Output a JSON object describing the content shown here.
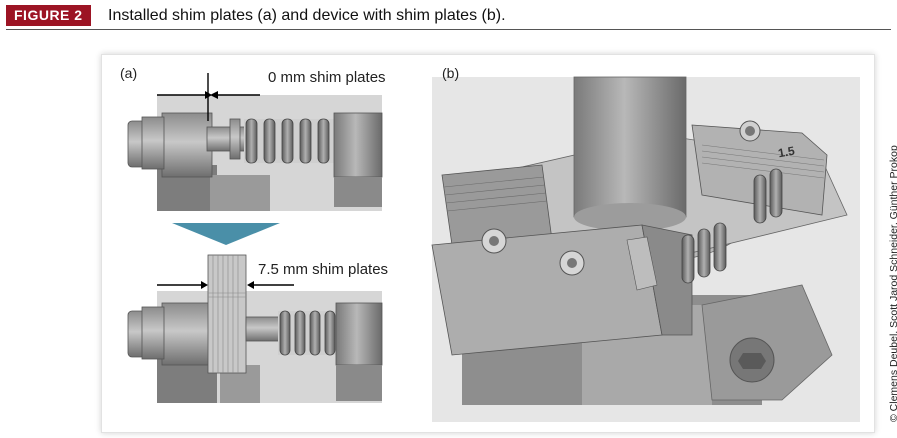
{
  "figure": {
    "badge": "FIGURE 2",
    "caption": "Installed shim plates (a) and device with shim plates (b)."
  },
  "panel_a": {
    "label": "(a)",
    "top_annotation": "0 mm shim plates",
    "bottom_annotation": "7.5 mm shim plates"
  },
  "panel_b": {
    "label": "(b)",
    "engraving": "1.5"
  },
  "credit": "© Clemens Deubel, Scott Jarod Schneider, Günther Prokop",
  "colors": {
    "badge": "#9c1424",
    "arrow": "#4a8fa8"
  }
}
